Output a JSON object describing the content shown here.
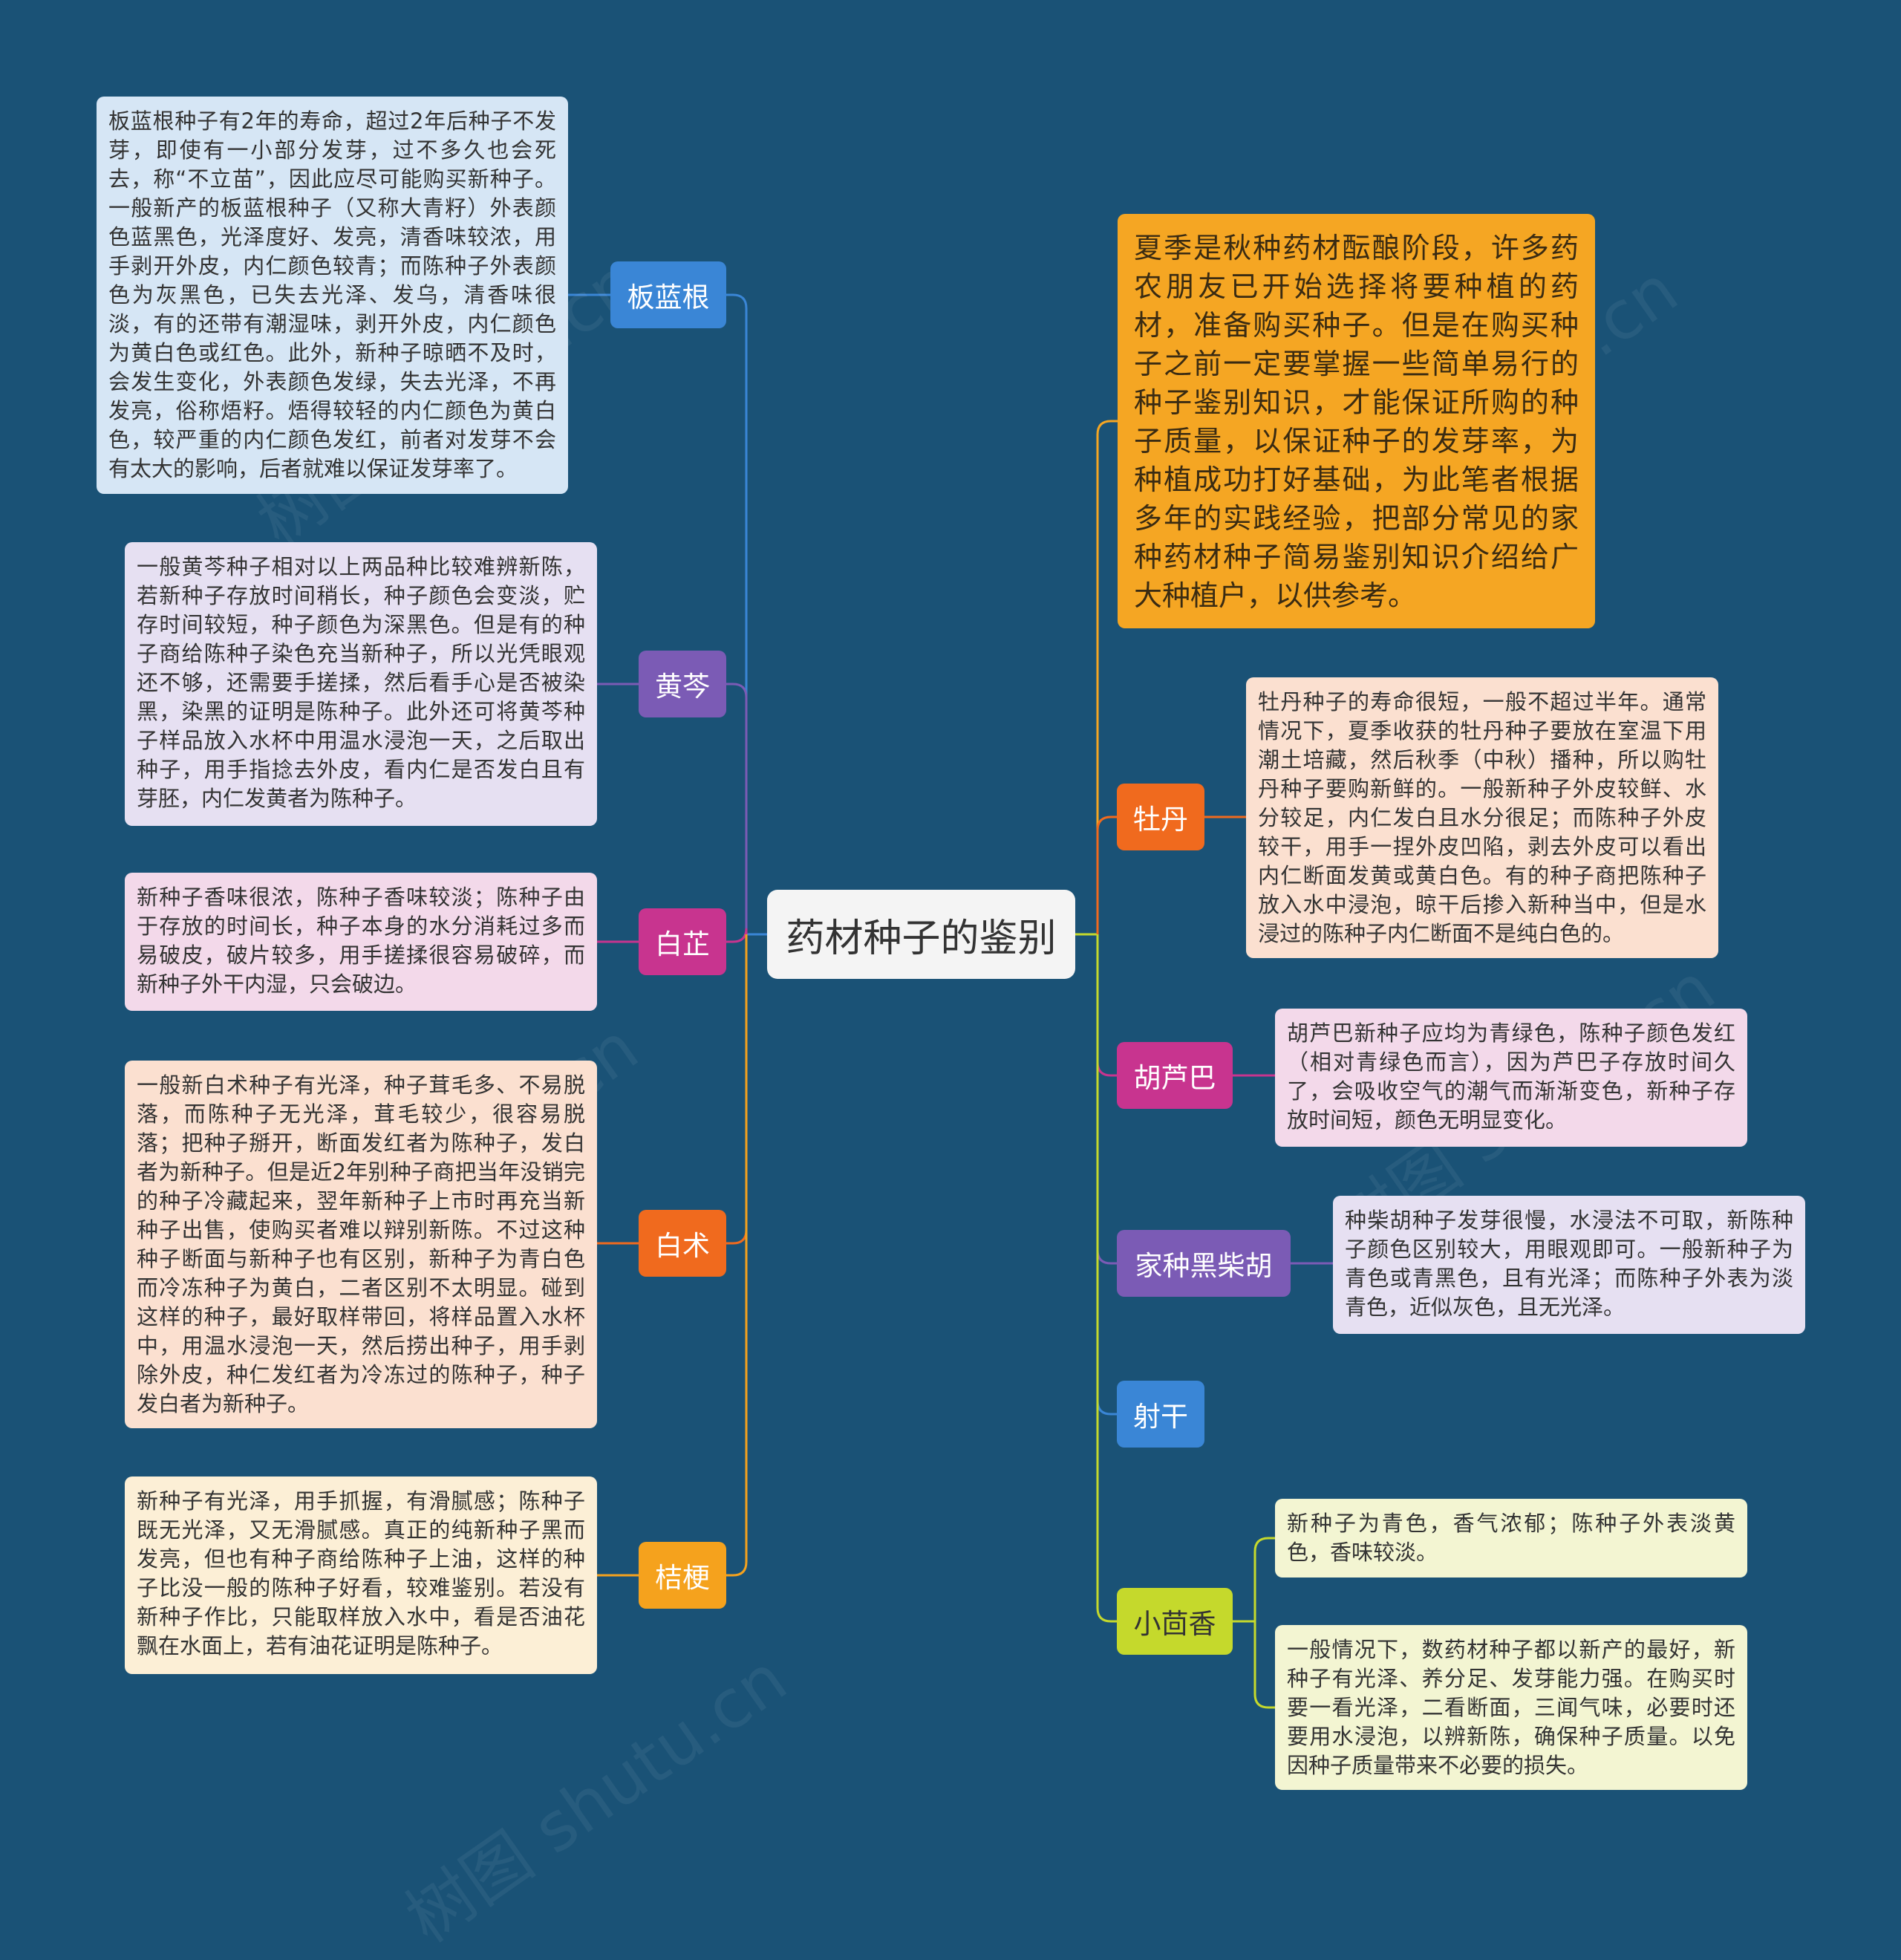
{
  "title": "药材种子的鉴别",
  "intro": "夏季是秋种药材酝酿阶段，许多药农朋友已开始选择将要种植的药材，准备购买种子。但是在购买种子之前一定要掌握一些简单易行的种子鉴别知识，才能保证所购的种子质量，以保证种子的发芽率，为种植成功打好基础，为此笔者根据多年的实践经验，把部分常见的家种药材种子简易鉴别知识介绍给广大种植户，以供参考。",
  "left": [
    {
      "label": "板蓝根",
      "color": "#3a86d6",
      "note": "板蓝根种子有2年的寿命，超过2年后种子不发芽，即使有一小部分发芽，过不多久也会死去，称“不立苗”，因此应尽可能购买新种子。一般新产的板蓝根种子（又称大青籽）外表颜色蓝黑色，光泽度好、发亮，清香味较浓，用手剥开外皮，内仁颜色较青；而陈种子外表颜色为灰黑色，已失去光泽、发乌，清香味很淡，有的还带有潮湿味，剥开外皮，内仁颜色为黄白色或红色。此外，新种子晾晒不及时，会发生变化，外表颜色发绿，失去光泽，不再发亮，俗称焐籽。焐得较轻的内仁颜色为黄白色，较严重的内仁颜色发红，前者对发芽不会有太大的影响，后者就难以保证发芽率了。",
      "note_bg": "#d6e6f5"
    },
    {
      "label": "黄芩",
      "color": "#7b5bb5",
      "note": "一般黄芩种子相对以上两品种比较难辨新陈，若新种子存放时间稍长，种子颜色会变淡，贮存时间较短，种子颜色为深黑色。但是有的种子商给陈种子染色充当新种子，所以光凭眼观还不够，还需要手搓揉，然后看手心是否被染黑，染黑的证明是陈种子。此外还可将黄芩种子样品放入水杯中用温水浸泡一天，之后取出种子，用手指捻去外皮，看内仁是否发白且有芽胚，内仁发黄者为陈种子。",
      "note_bg": "#e6e0f2"
    },
    {
      "label": "白芷",
      "color": "#c8348f",
      "note": "新种子香味很浓，陈种子香味较淡；陈种子由于存放的时间长，种子本身的水分消耗过多而易破皮，破片较多，用手搓揉很容易破碎，而新种子外干内湿，只会破边。",
      "note_bg": "#f3d9ea"
    },
    {
      "label": "白术",
      "color": "#f06a1e",
      "note": "一般新白术种子有光泽，种子茸毛多、不易脱落，而陈种子无光泽，茸毛较少，很容易脱落；把种子掰开，断面发红者为陈种子，发白者为新种子。但是近2年别种子商把当年没销完的种子冷藏起来，翌年新种子上市时再充当新种子出售，使购买者难以辩别新陈。不过这种种子断面与新种子也有区别，新种子为青白色而冷冻种子为黄白，二者区别不太明显。碰到这样的种子，最好取样带回，将样品置入水杯中，用温水浸泡一天，然后捞出种子，用手剥除外皮，种仁发红者为冷冻过的陈种子，种子发白者为新种子。",
      "note_bg": "#fbe0d0"
    },
    {
      "label": "桔梗",
      "color": "#f5a21d",
      "note": "新种子有光泽，用手抓握，有滑腻感；陈种子既无光泽，又无滑腻感。真正的纯新种子黑而发亮，但也有种子商给陈种子上油，这样的种子比没一般的陈种子好看，较难鉴别。若没有新种子作比，只能取样放入水中，看是否油花飘在水面上，若有油花证明是陈种子。",
      "note_bg": "#fcefd6"
    }
  ],
  "right": [
    {
      "label": "牡丹",
      "color": "#f06a1e",
      "note": "牡丹种子的寿命很短，一般不超过半年。通常情况下，夏季收获的牡丹种子要放在室温下用潮土培藏，然后秋季（中秋）播种，所以购牡丹种子要购新鲜的。一般新种子外皮较鲜、水分较足，内仁发白且水分很足；而陈种子外皮较干，用手一捏外皮凹陷，剥去外皮可以看出内仁断面发黄或黄白色。有的种子商把陈种子放入水中浸泡，晾干后掺入新种当中，但是水浸过的陈种子内仁断面不是纯白色的。",
      "note_bg": "#fbe0d0"
    },
    {
      "label": "胡芦巴",
      "color": "#c8348f",
      "note": "胡芦巴新种子应均为青绿色，陈种子颜色发红（相对青绿色而言），因为芦巴子存放时间久了，会吸收空气的潮气而渐渐变色，新种子存放时间短，颜色无明显变化。",
      "note_bg": "#f3d9ea"
    },
    {
      "label": "家种黑柴胡",
      "color": "#7b5bb5",
      "note": "种柴胡种子发芽很慢，水浸法不可取，新陈种子颜色区别较大，用眼观即可。一般新种子为青色或青黑色，且有光泽；而陈种子外表为淡青色，近似灰色，且无光泽。",
      "note_bg": "#e6e0f2"
    },
    {
      "label": "射干",
      "color": "#3a86d6"
    },
    {
      "label": "小茴香",
      "color": "#c5d92c",
      "text_color": "#333333",
      "notes": [
        "新种子为青色，香气浓郁；陈种子外表淡黄色，香味较淡。",
        "一般情况下，数药材种子都以新产的最好，新种子有光泽、养分足、发芽能力强。在购买时要一看光泽，二看断面，三闻气味，必要时还要用水浸泡，以辨新陈，确保种子质量。以免因种子质量带来不必要的损失。"
      ],
      "note_bg": "#f3f5d2"
    }
  ],
  "watermarks": [
    "树图 shutu.cn",
    "树图 shutu.cn",
    "树图 shutu.cn",
    "树图 shutu.cn",
    "树图 shutu.cn"
  ],
  "colors": {
    "background": "#1a5276",
    "intro_line": "#f5a623",
    "center_bg": "#f4f4f4"
  }
}
